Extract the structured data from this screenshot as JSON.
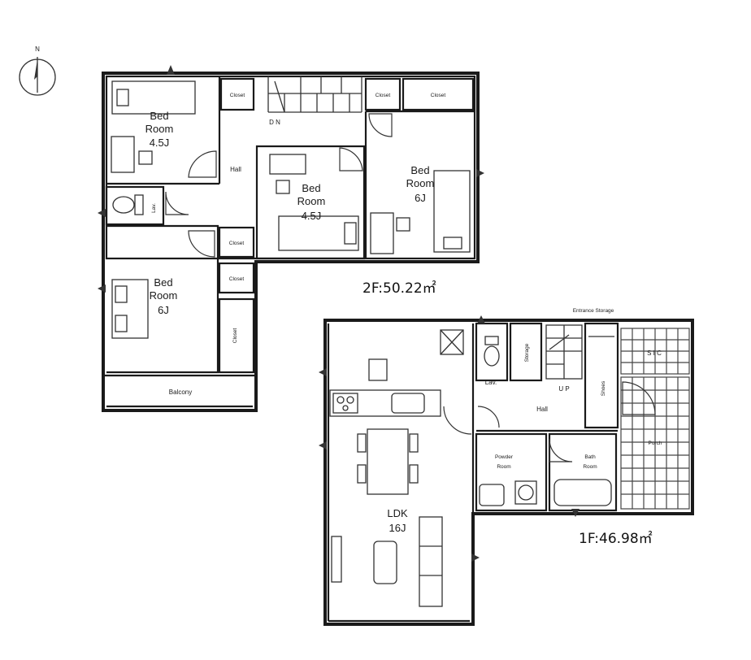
{
  "compass": {
    "label": "N"
  },
  "floor2": {
    "area": "2F:50.22㎡",
    "rooms": {
      "bed_nw": {
        "line1": "Bed",
        "line2": "Room",
        "line3": "4.5J"
      },
      "bed_center": {
        "line1": "Bed",
        "line2": "Room",
        "line3": "4.5J"
      },
      "bed_ne": {
        "line1": "Bed",
        "line2": "Room",
        "line3": "6J"
      },
      "bed_sw": {
        "line1": "Bed",
        "line2": "Room",
        "line3": "6J"
      },
      "hall": "Hall",
      "stairs": "D N",
      "lav": "Lav.",
      "balcony": "Balcony",
      "closet": "Closet"
    }
  },
  "floor1": {
    "area": "1F:46.98㎡",
    "rooms": {
      "ldk": {
        "line1": "LDK",
        "line2": "16J"
      },
      "entrance_storage": "Entrance Storage",
      "storage": "Storage",
      "shoes": "Shoes",
      "sic": "S I C",
      "up": "U P",
      "hall": "Hall",
      "lav": "Lav.",
      "powder": {
        "line1": "Powder",
        "line2": "Room"
      },
      "bath": {
        "line1": "Bath",
        "line2": "Room"
      },
      "porch": "Porch"
    }
  }
}
